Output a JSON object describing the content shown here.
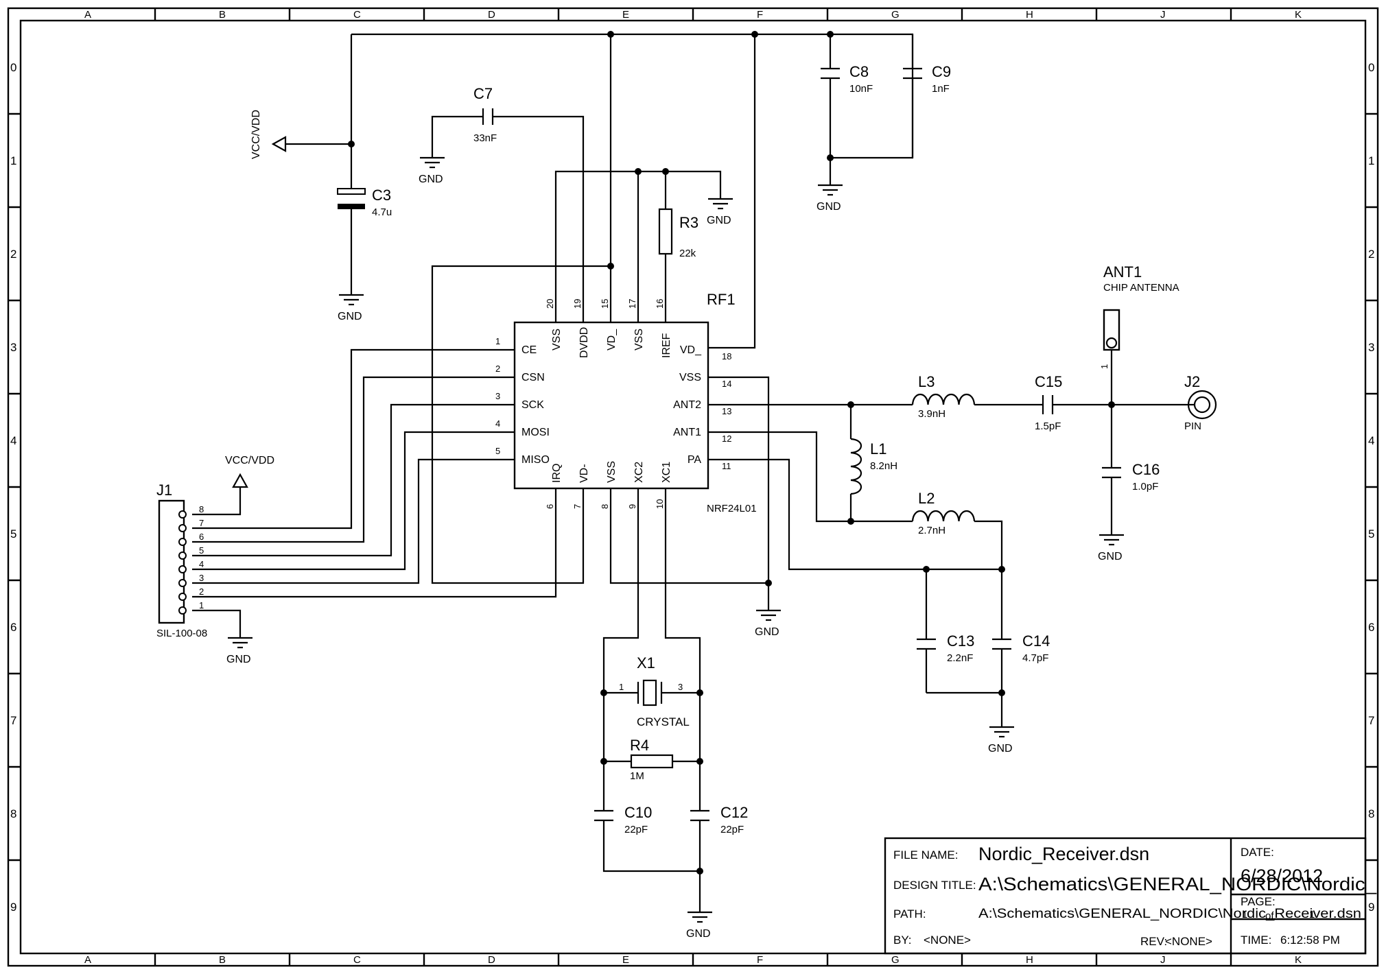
{
  "border": {
    "columns": [
      "A",
      "B",
      "C",
      "D",
      "E",
      "F",
      "G",
      "H",
      "J",
      "K"
    ],
    "rows": [
      "0",
      "1",
      "2",
      "3",
      "4",
      "5",
      "6",
      "7",
      "8",
      "9"
    ]
  },
  "rf1": {
    "ref": "RF1",
    "part": "NRF24L01",
    "left_pins": [
      {
        "num": "1",
        "name": "CE"
      },
      {
        "num": "2",
        "name": "CSN"
      },
      {
        "num": "3",
        "name": "SCK"
      },
      {
        "num": "4",
        "name": "MOSI"
      },
      {
        "num": "5",
        "name": "MISO"
      }
    ],
    "right_pins": [
      {
        "num": "18",
        "name": "VD_"
      },
      {
        "num": "14",
        "name": "VSS"
      },
      {
        "num": "13",
        "name": "ANT2"
      },
      {
        "num": "12",
        "name": "ANT1"
      },
      {
        "num": "11",
        "name": "PA"
      }
    ],
    "top_pins": [
      {
        "num": "20",
        "name": "VSS"
      },
      {
        "num": "19",
        "name": "DVDD"
      },
      {
        "num": "15",
        "name": "VD_"
      },
      {
        "num": "17",
        "name": "VSS"
      },
      {
        "num": "16",
        "name": "IREF"
      }
    ],
    "bottom_pins": [
      {
        "num": "6",
        "name": "IRQ"
      },
      {
        "num": "7",
        "name": "VD-"
      },
      {
        "num": "8",
        "name": "VSS"
      },
      {
        "num": "9",
        "name": "XC2"
      },
      {
        "num": "10",
        "name": "XC1"
      }
    ]
  },
  "j1": {
    "ref": "J1",
    "part": "SIL-100-08",
    "pins": [
      "8",
      "7",
      "6",
      "5",
      "4",
      "3",
      "2",
      "1"
    ]
  },
  "components": [
    {
      "ref": "C3",
      "value": "4.7u"
    },
    {
      "ref": "C7",
      "value": "33nF"
    },
    {
      "ref": "C8",
      "value": "10nF"
    },
    {
      "ref": "C9",
      "value": "1nF"
    },
    {
      "ref": "R3",
      "value": "22k"
    },
    {
      "ref": "L3",
      "value": "3.9nH"
    },
    {
      "ref": "C15",
      "value": "1.5pF"
    },
    {
      "ref": "L1",
      "value": "8.2nH"
    },
    {
      "ref": "L2",
      "value": "2.7nH"
    },
    {
      "ref": "C13",
      "value": "2.2nF"
    },
    {
      "ref": "C14",
      "value": "4.7pF"
    },
    {
      "ref": "C16",
      "value": "1.0pF"
    },
    {
      "ref": "X1",
      "value": "CRYSTAL"
    },
    {
      "ref": "R4",
      "value": "1M"
    },
    {
      "ref": "C10",
      "value": "22pF"
    },
    {
      "ref": "C12",
      "value": "22pF"
    }
  ],
  "crystal_pins": [
    "1",
    "3"
  ],
  "ant1": {
    "ref": "ANT1",
    "part": "CHIP ANTENNA",
    "pin": "1"
  },
  "j2": {
    "ref": "J2",
    "part": "PIN"
  },
  "power": {
    "vcc": "VCC/VDD",
    "gnd": "GND"
  },
  "title_block": {
    "file_name_label": "FILE NAME:",
    "file_name": "Nordic_Receiver.dsn",
    "design_title_label": "DESIGN TITLE:",
    "design_title": "A:\\Schematics\\GENERAL_NORDIC\\Nordic_",
    "path_label": "PATH:",
    "path": "A:\\Schematics\\GENERAL_NORDIC\\Nordic_Receiver.dsn",
    "by_label": "BY:",
    "by": "<NONE>",
    "rev_label": "REV:",
    "rev": "<NONE>",
    "date_label": "DATE:",
    "date": "6/28/2012",
    "page_label": "PAGE:",
    "page_of": "1",
    "page_of_word": "of",
    "page_total": "1",
    "time_label": "TIME:",
    "time": "6:12:58 PM"
  }
}
